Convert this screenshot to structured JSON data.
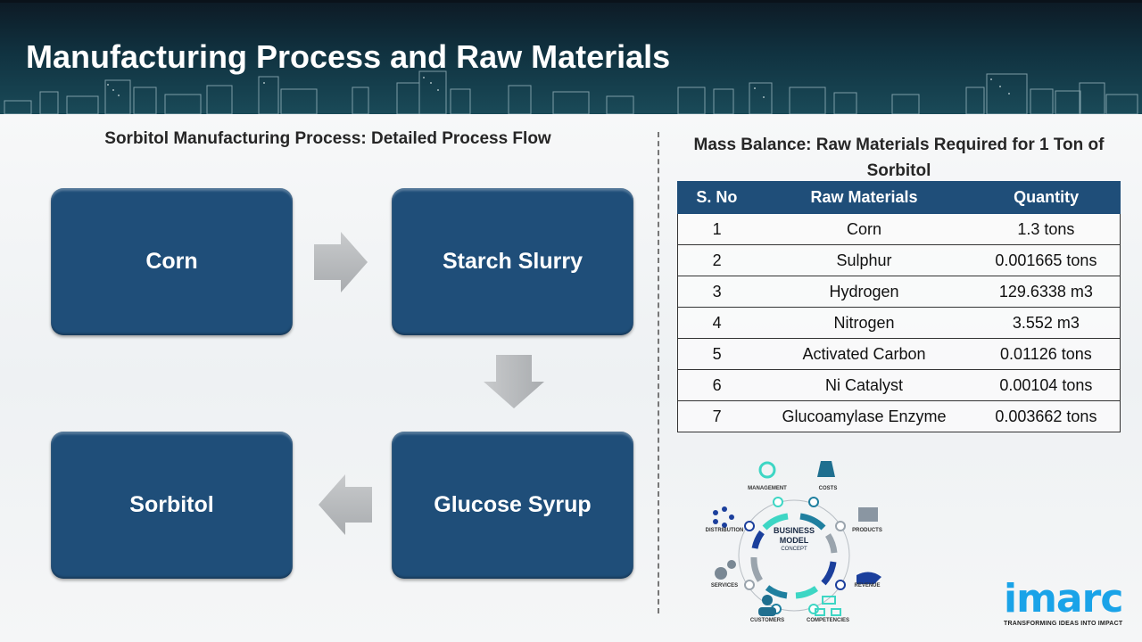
{
  "header": {
    "title": "Manufacturing Process and Raw Materials"
  },
  "process_flow": {
    "title": "Sorbitol Manufacturing Process: Detailed Process Flow",
    "steps": [
      {
        "label": "Corn"
      },
      {
        "label": "Starch Slurry"
      },
      {
        "label": "Glucose Syrup"
      },
      {
        "label": "Sorbitol"
      }
    ],
    "box_color": "#1f4e79",
    "arrow_color": "#b5b8bb"
  },
  "mass_balance": {
    "title": "Mass Balance: Raw Materials Required for 1 Ton of Sorbitol",
    "columns": [
      "S. No",
      "Raw Materials",
      "Quantity"
    ],
    "rows": [
      {
        "sno": "1",
        "material": "Corn",
        "quantity": "1.3 tons"
      },
      {
        "sno": "2",
        "material": "Sulphur",
        "quantity": "0.001665 tons"
      },
      {
        "sno": "3",
        "material": "Hydrogen",
        "quantity": "129.6338 m3"
      },
      {
        "sno": "4",
        "material": "Nitrogen",
        "quantity": "3.552 m3"
      },
      {
        "sno": "5",
        "material": "Activated Carbon",
        "quantity": "0.01126 tons"
      },
      {
        "sno": "6",
        "material": "Ni Catalyst",
        "quantity": "0.00104 tons"
      },
      {
        "sno": "7",
        "material": "Glucoamylase Enzyme",
        "quantity": "0.003662 tons"
      }
    ],
    "header_color": "#1f4e79"
  },
  "business_model": {
    "center_line1": "BUSINESS",
    "center_line2": "MODEL",
    "center_line3": "CONCEPT",
    "labels": {
      "management": "MANAGEMENT",
      "costs": "COSTS",
      "distribution": "DISTRIBUTION",
      "products": "PRODUCTS",
      "services": "SERVICES",
      "revenue": "REVENUE",
      "customers": "CUSTOMERS",
      "competencies": "COMPETENCIES"
    }
  },
  "logo": {
    "word": "imarc",
    "tagline": "TRANSFORMING IDEAS INTO IMPACT",
    "color": "#1aa3e8"
  }
}
